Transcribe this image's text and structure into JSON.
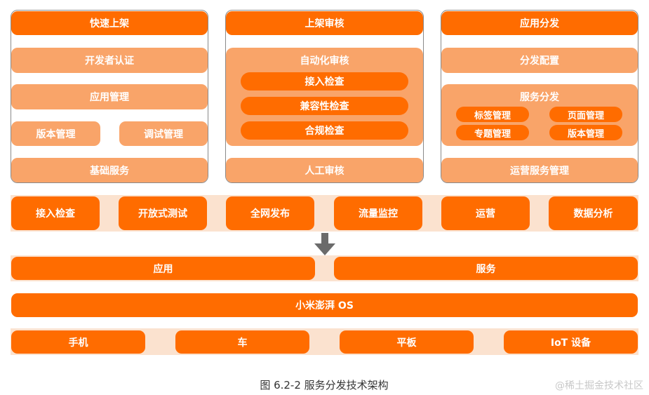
{
  "panels": [
    {
      "title": "快速上架",
      "items": [
        "开发者认证",
        "应用管理"
      ],
      "split": [
        "版本管理",
        "调试管理"
      ],
      "footer": "基础服务"
    },
    {
      "title": "上架审核",
      "auto_title": "自动化审核",
      "checks": [
        "接入检查",
        "兼容性检查",
        "合规检查"
      ],
      "footer": "人工审核"
    },
    {
      "title": "应用分发",
      "config": "分发配置",
      "service_title": "服务分发",
      "service_items": [
        "标签管理",
        "页面管理",
        "专题管理",
        "版本管理"
      ],
      "footer": "运营服务管理"
    }
  ],
  "capabilities": [
    "接入检查",
    "开放式测试",
    "全网发布",
    "流量监控",
    "运营",
    "数据分析"
  ],
  "targets": [
    "应用",
    "服务"
  ],
  "os": "小米澎湃 OS",
  "devices": [
    "手机",
    "车",
    "平板",
    "IoT 设备"
  ],
  "arrow_icon": "down-arrow-icon",
  "caption": "图 6.2-2 服务分发技术架构",
  "watermark": "@稀土掘金技术社区",
  "colors": {
    "primary": "#ff6c00",
    "secondary": "#f9a469",
    "band": "#fbe2cf"
  }
}
